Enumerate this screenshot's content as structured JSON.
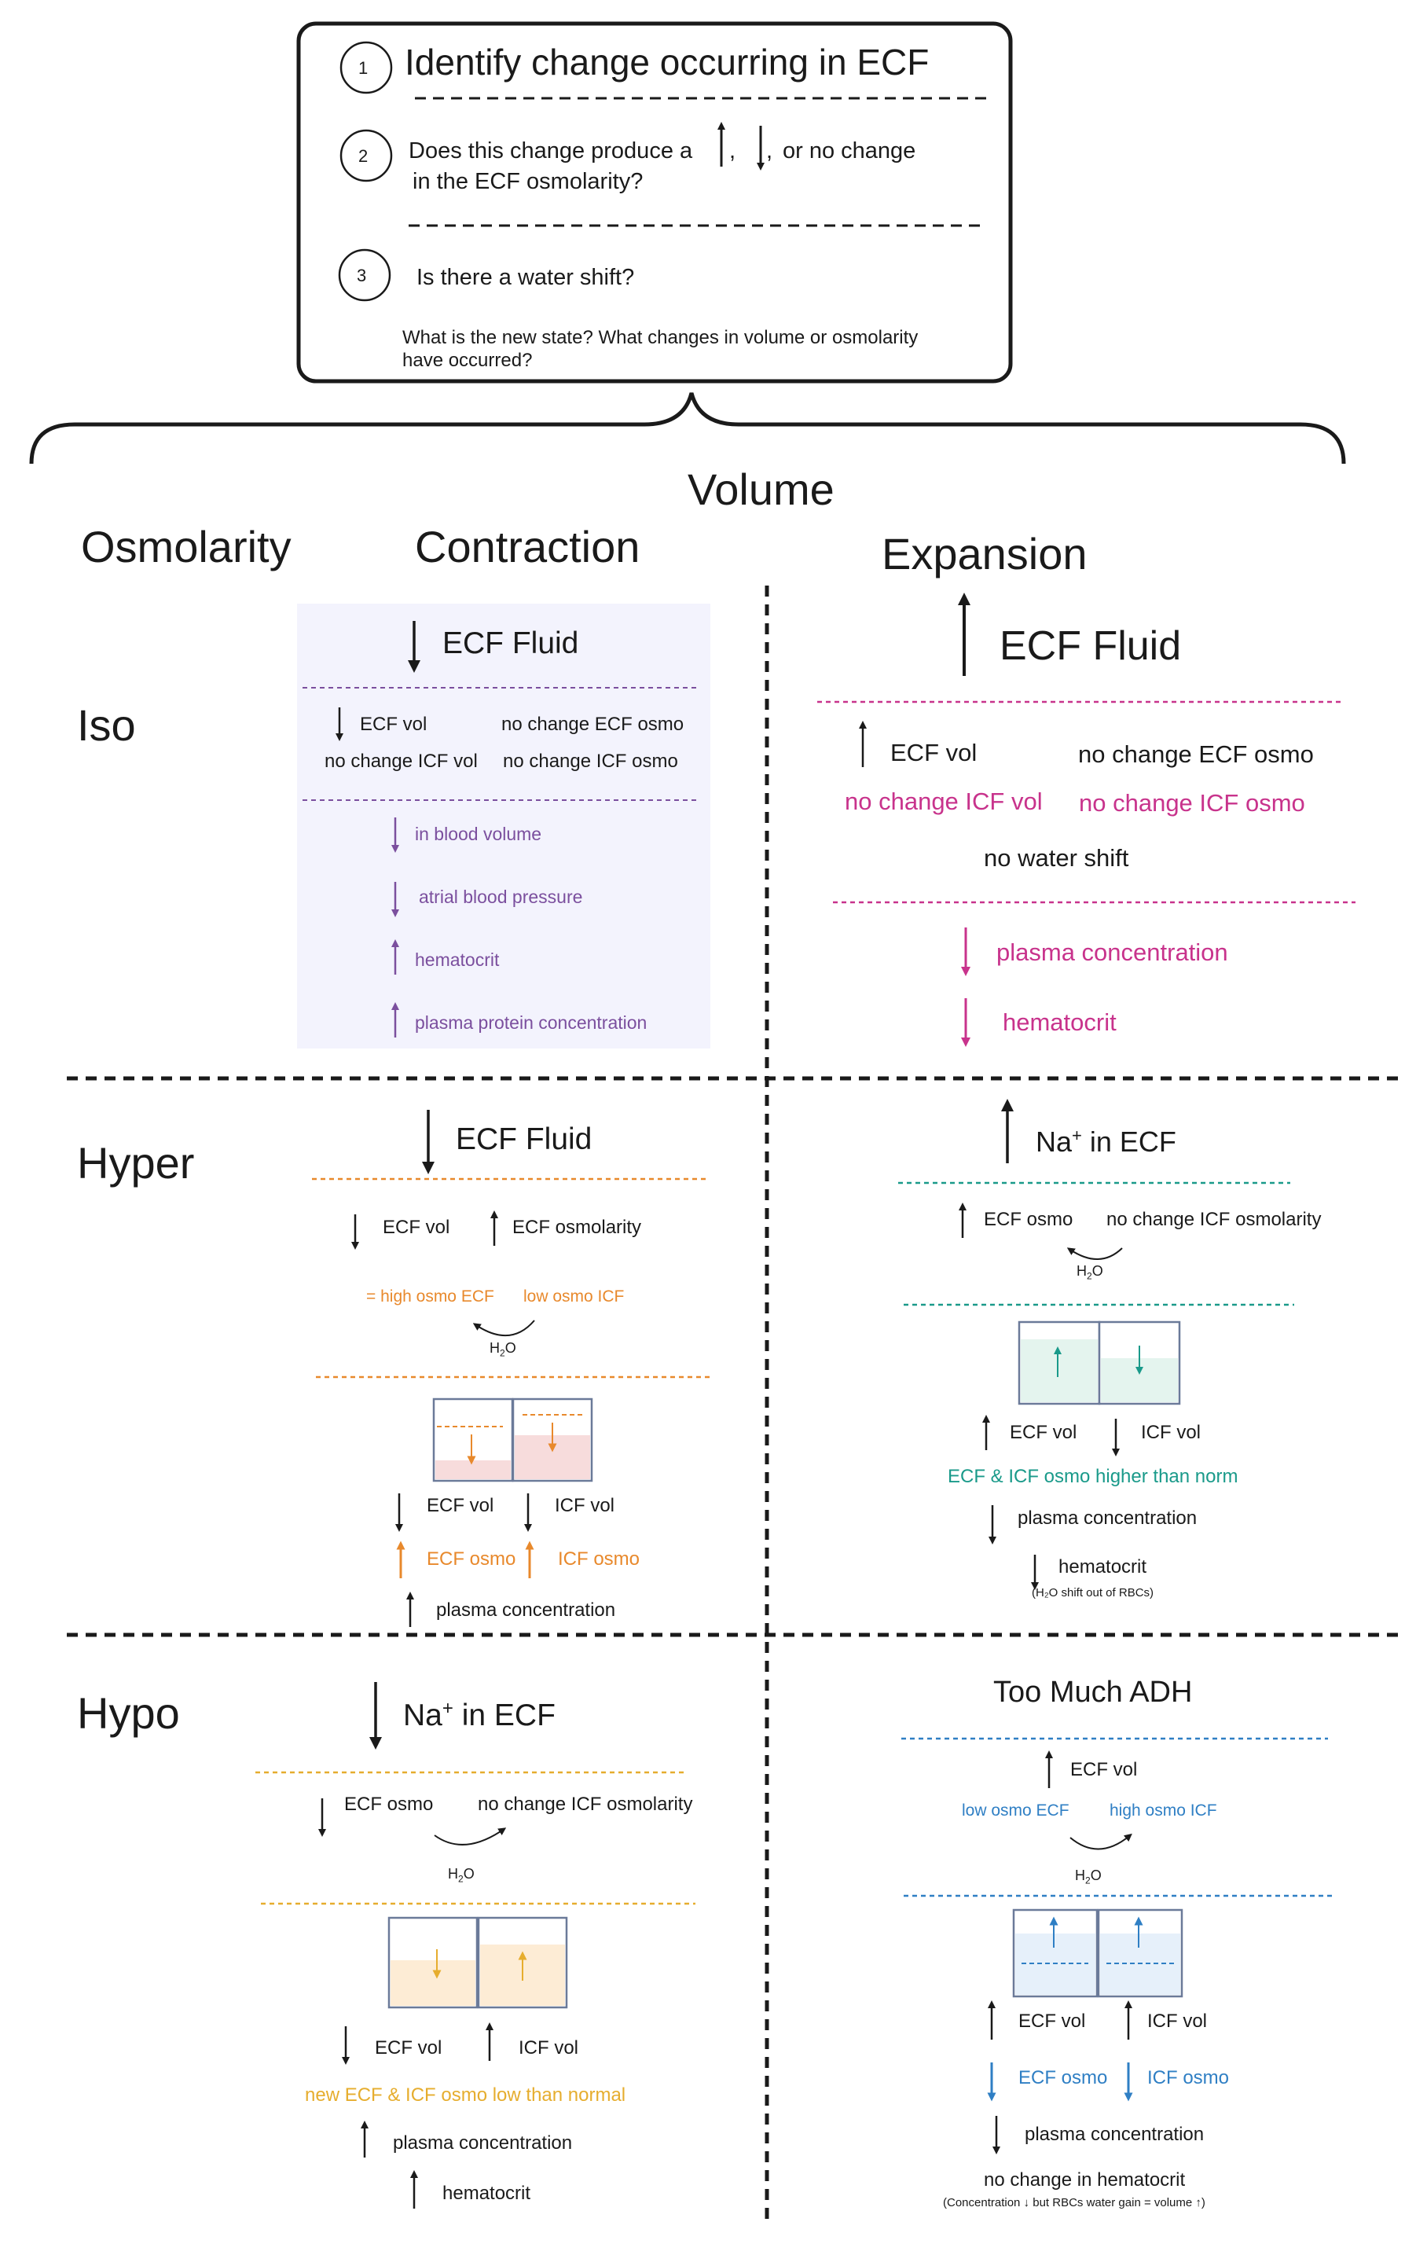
{
  "steps": {
    "step1": {
      "num": "1",
      "text": "Identify change occurring in ECF"
    },
    "step2": {
      "num": "2",
      "text_pre": "Does this change produce a",
      "sep1": ",",
      "sep2": ",",
      "text_post": "or no change",
      "line2": "in the ECF osmolarity?"
    },
    "step3": {
      "num": "3",
      "text": "Is there a water shift?"
    },
    "note_line1": "What is the new state? What changes in volume or osmolarity",
    "note_line2": "have occurred?"
  },
  "headers": {
    "volume": "Volume",
    "osmolarity": "Osmolarity",
    "contraction": "Contraction",
    "expansion": "Expansion"
  },
  "rows": {
    "iso": "Iso",
    "hyper": "Hyper",
    "hypo": "Hypo"
  },
  "iso_contraction": {
    "title": "ECF Fluid",
    "ecf_vol": "ECF vol",
    "no_change_ecf_osmo": "no change ECF osmo",
    "no_change_icf_vol": "no change ICF vol",
    "no_change_icf_osmo": "no change ICF osmo",
    "blood_volume": "in blood volume",
    "atrial_bp": "atrial blood pressure",
    "hematocrit": "hematocrit",
    "plasma_protein": "plasma protein concentration"
  },
  "iso_expansion": {
    "title": "ECF Fluid",
    "ecf_vol": "ECF vol",
    "no_change_ecf_osmo": "no change ECF osmo",
    "no_change_icf_vol": "no change ICF vol",
    "no_change_icf_osmo": "no change ICF osmo",
    "no_water_shift": "no water shift",
    "plasma_conc": "plasma concentration",
    "hematocrit": "hematocrit"
  },
  "hyper_contraction": {
    "title": "ECF Fluid",
    "ecf_vol": "ECF vol",
    "ecf_osmolarity": "ECF osmolarity",
    "high_osmo_ecf": "= high osmo ECF",
    "low_osmo_icf": "low osmo ICF",
    "h2o": "H",
    "ecf_vol2": "ECF vol",
    "icf_vol": "ICF vol",
    "ecf_osmo": "ECF osmo",
    "icf_osmo": "ICF osmo",
    "plasma_conc": "plasma concentration"
  },
  "hyper_expansion": {
    "title": "Na",
    "title_suffix": " in ECF",
    "ecf_osmo": "ECF osmo",
    "no_change_icf_osm": "no change ICF osmolarity",
    "h2o": "H",
    "ecf_vol": "ECF vol",
    "icf_vol": "ICF vol",
    "ecf_icf_higher": "ECF & ICF osmo higher than norm",
    "plasma_conc": "plasma concentration",
    "hematocrit": "hematocrit",
    "h2o_shift_note": "(H₂O shift out of RBCs)"
  },
  "hypo_contraction": {
    "title": "Na",
    "title_suffix": " in ECF",
    "ecf_osmo": "ECF osmo",
    "no_change_icf_osm": "no change ICF osmolarity",
    "h2o": "H",
    "ecf_vol": "ECF vol",
    "icf_vol": "ICF vol",
    "new_osmo_low": "new ECF & ICF osmo low than normal",
    "plasma_conc": "plasma concentration",
    "hematocrit": "hematocrit"
  },
  "hypo_expansion": {
    "title": "Too Much ADH",
    "ecf_vol_top": "ECF vol",
    "low_osmo_ecf": "low osmo ECF",
    "high_osmo_icf": "high osmo ICF",
    "h2o": "H",
    "ecf_vol": "ECF vol",
    "icf_vol": "ICF vol",
    "ecf_osmo": "ECF osmo",
    "icf_osmo": "ICF osmo",
    "plasma_conc": "plasma concentration",
    "no_change_hct": "no change in hematocrit",
    "note": "(Concentration ↓ but RBCs water gain = volume ↑)"
  },
  "colors": {
    "purple": "#7b4f9e",
    "magenta": "#c8338c",
    "orange": "#e8892c",
    "teal": "#1a9a8a",
    "blue": "#2f7fc4",
    "yellow": "#e6ad2e"
  }
}
